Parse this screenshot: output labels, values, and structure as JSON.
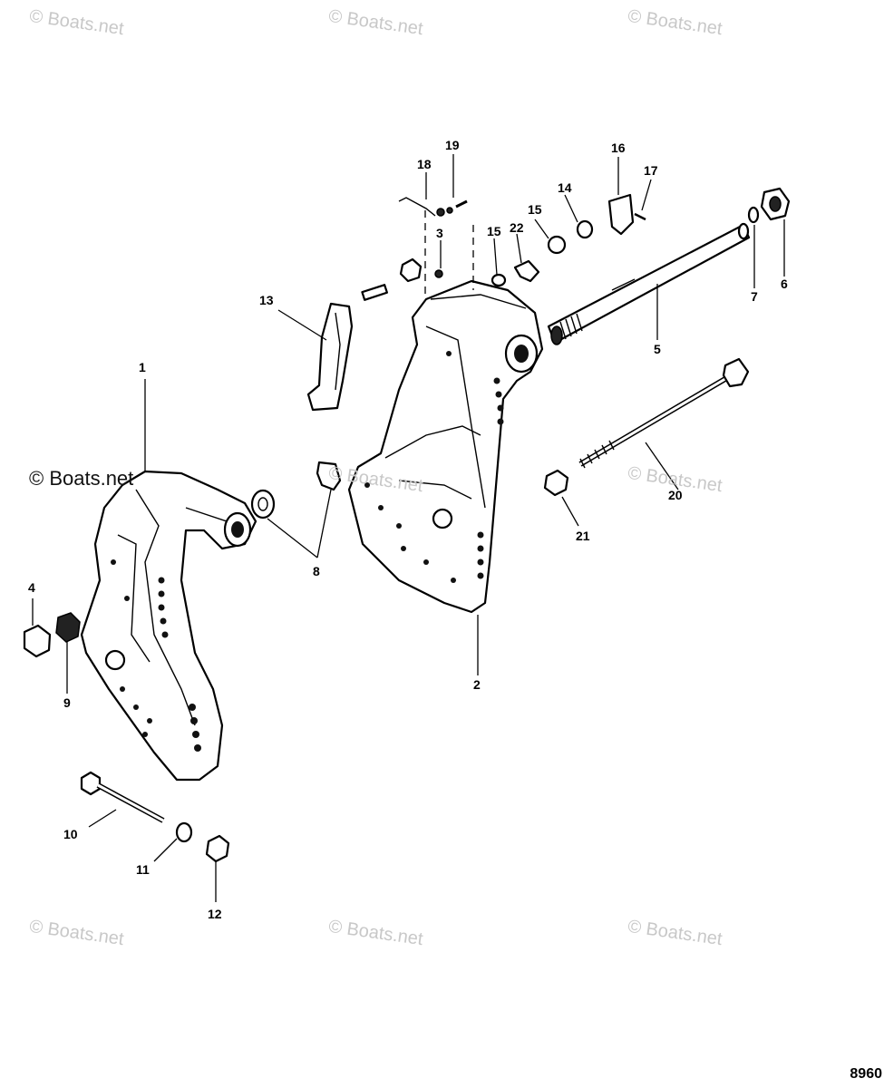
{
  "watermarks": [
    "© Boats.net",
    "© Boats.net",
    "© Boats.net",
    "© Boats.net",
    "© Boats.net",
    "© Boats.net",
    "© Boats.net",
    "© Boats.net",
    "© Boats.net"
  ],
  "watermark_dark": "© Boats.net",
  "figure_number": "8960",
  "callouts": [
    "1",
    "2",
    "3",
    "4",
    "5",
    "6",
    "7",
    "8",
    "9",
    "10",
    "11",
    "12",
    "13",
    "14",
    "15",
    "15",
    "16",
    "17",
    "18",
    "19",
    "20",
    "21",
    "22"
  ]
}
